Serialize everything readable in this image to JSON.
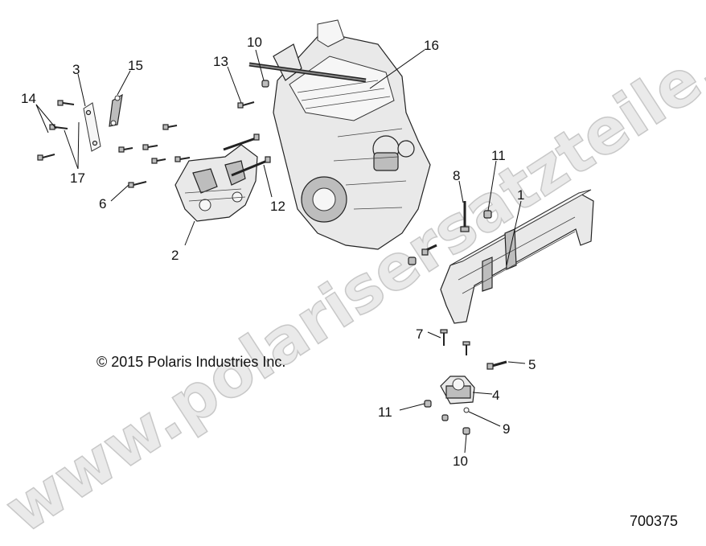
{
  "callouts": [
    "1",
    "2",
    "3",
    "4",
    "5",
    "6",
    "7",
    "8",
    "9",
    "10",
    "10",
    "11",
    "11",
    "12",
    "13",
    "14",
    "15",
    "16",
    "17"
  ],
  "copyright": "© 2015 Polaris Industries Inc.",
  "diagram_id": "700375",
  "watermark": "www.polarisersatzteile.de",
  "colors": {
    "line": "#111111",
    "watermark": "#d9d9d9"
  }
}
